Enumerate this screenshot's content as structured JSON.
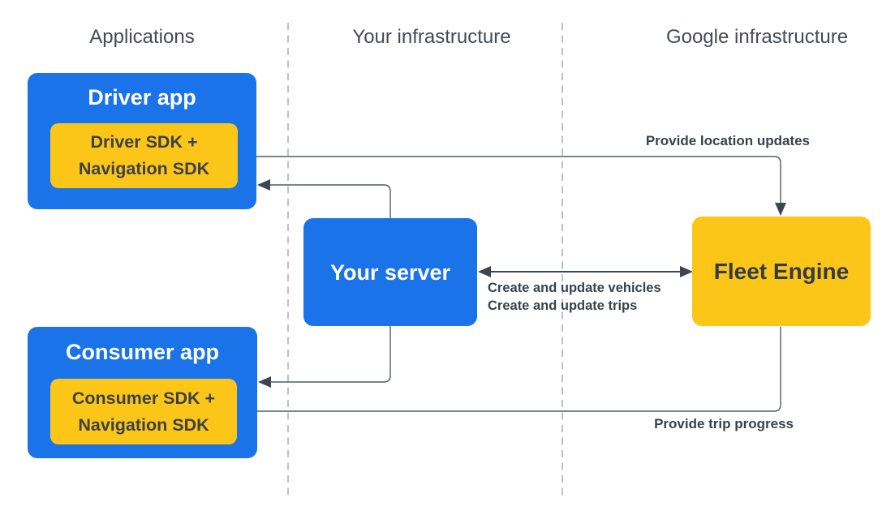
{
  "columns": {
    "applications": {
      "label": "Applications"
    },
    "your_infrastructure": {
      "label": "Your infrastructure"
    },
    "google_infrastructure": {
      "label": "Google infrastructure"
    }
  },
  "nodes": {
    "driver_app": {
      "title": "Driver app"
    },
    "driver_sdk": {
      "line1": "Driver SDK +",
      "line2": "Navigation SDK"
    },
    "consumer_app": {
      "title": "Consumer app"
    },
    "consumer_sdk": {
      "line1": "Consumer SDK +",
      "line2": "Navigation SDK"
    },
    "your_server": {
      "title": "Your server"
    },
    "fleet_engine": {
      "title": "Fleet Engine"
    }
  },
  "edges": {
    "location_updates": {
      "label": "Provide location updates"
    },
    "vehicles_trips": {
      "line1": "Create and update vehicles",
      "line2": "Create and update trips"
    },
    "trip_progress": {
      "label": "Provide trip progress"
    }
  },
  "colors": {
    "node_blue": "#1a73e8",
    "node_yellow": "#fcc619",
    "title_on_blue": "#ffffff",
    "dark_text": "#3b4149",
    "header_text": "#414b59",
    "connector_line": "#545b63",
    "arrowhead": "#3f4550",
    "dashed_divider": "#a8adb3"
  }
}
